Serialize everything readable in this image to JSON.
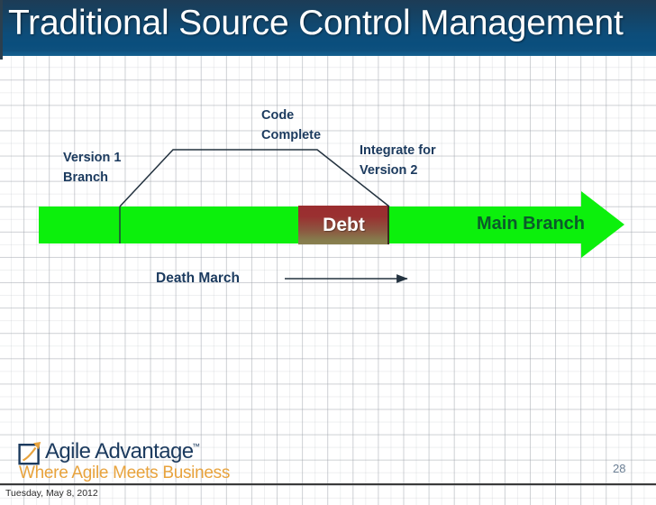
{
  "slide": {
    "title": "Traditional Source Control Management",
    "page_number": "28",
    "date": "Tuesday, May 8, 2012"
  },
  "diagram": {
    "labels": {
      "version1_branch": "Version 1\nBranch",
      "code_complete": "Code\nComplete",
      "integrate_version2": "Integrate for\nVersion 2",
      "death_march": "Death March"
    },
    "bars": {
      "main_branch_label": "Main Branch",
      "debt_label": "Debt"
    }
  },
  "logo": {
    "name": "Agile Advantage",
    "trademark": "™",
    "tagline": "Where Agile Meets Business"
  },
  "colors": {
    "title_bar_dark": "#1d3c56",
    "title_bar_light": "#0a4e7d",
    "navy_text": "#1b3a5e",
    "branch_green": "#0cf00c",
    "main_branch_text_green": "#0b5a2b",
    "debt_top_red": "#9b2d2f",
    "debt_bottom_olive": "#89804f",
    "logo_orange": "#e8a33d",
    "page_number_gray": "#6b7f94"
  }
}
